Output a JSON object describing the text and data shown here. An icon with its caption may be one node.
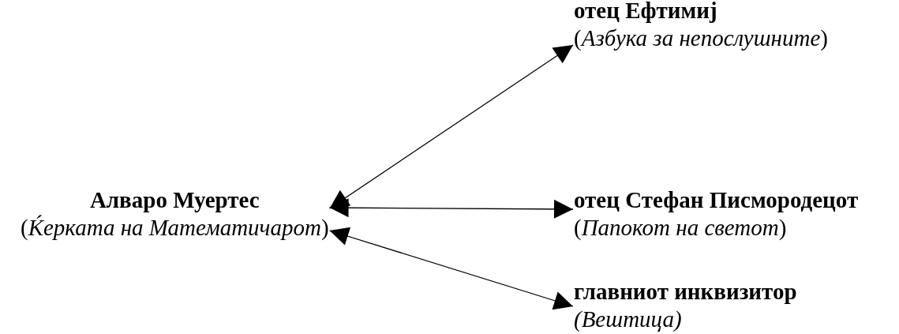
{
  "diagram": {
    "nodes": [
      {
        "text": [
          "Алваро Муертес",
          "(*Ќерката на Математичарот*)"
        ]
      },
      {
        "text": [
          "отец Ефтимиј",
          "(*Азбука за непослушните*)"
        ]
      },
      {
        "text": [
          "отец Стефан Писмородецот",
          "(*Папокот на светот*)"
        ]
      },
      {
        "text": [
          "главниот инквизитор",
          "*(Вештица)*"
        ]
      }
    ],
    "edges": [
      {
        "from": 0,
        "to": 1,
        "arrow": "both"
      },
      {
        "from": 0,
        "to": 2,
        "arrow": "both"
      },
      {
        "from": 0,
        "to": 3,
        "arrow": "both"
      }
    ]
  }
}
